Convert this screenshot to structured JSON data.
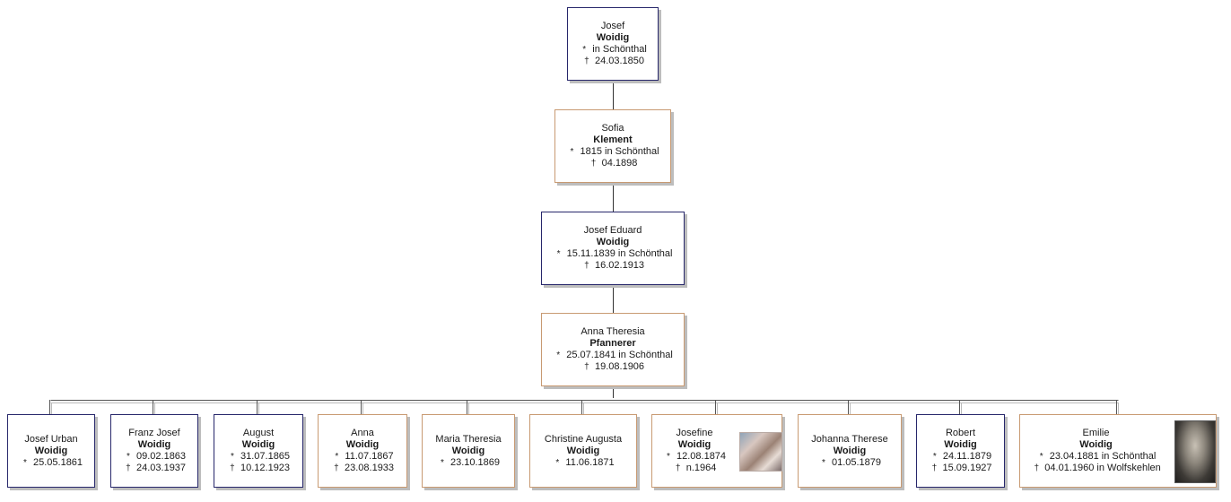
{
  "ancestors": [
    {
      "gender": "male",
      "given": "Josef",
      "surname": "Woidig",
      "events": [
        {
          "sym": "*",
          "text": "in Schönthal"
        },
        {
          "sym": "†",
          "text": "24.03.1850"
        }
      ]
    },
    {
      "gender": "female",
      "given": "Sofia",
      "surname": "Klement",
      "events": [
        {
          "sym": "*",
          "text": "1815 in Schönthal"
        },
        {
          "sym": "†",
          "text": "04.1898"
        }
      ]
    },
    {
      "gender": "male",
      "given": "Josef Eduard",
      "surname": "Woidig",
      "events": [
        {
          "sym": "*",
          "text": "15.11.1839 in Schönthal"
        },
        {
          "sym": "†",
          "text": "16.02.1913"
        }
      ]
    },
    {
      "gender": "female",
      "given": "Anna Theresia",
      "surname": "Pfannerer",
      "events": [
        {
          "sym": "*",
          "text": "25.07.1841 in Schönthal"
        },
        {
          "sym": "†",
          "text": "19.08.1906"
        }
      ]
    }
  ],
  "children": [
    {
      "gender": "male",
      "given": "Josef Urban",
      "surname": "Woidig",
      "events": [
        {
          "sym": "*",
          "text": "25.05.1861"
        }
      ]
    },
    {
      "gender": "male",
      "given": "Franz Josef",
      "surname": "Woidig",
      "events": [
        {
          "sym": "*",
          "text": "09.02.1863"
        },
        {
          "sym": "†",
          "text": "24.03.1937"
        }
      ]
    },
    {
      "gender": "male",
      "given": "August",
      "surname": "Woidig",
      "events": [
        {
          "sym": "*",
          "text": "31.07.1865"
        },
        {
          "sym": "†",
          "text": "10.12.1923"
        }
      ]
    },
    {
      "gender": "female",
      "given": "Anna",
      "surname": "Woidig",
      "events": [
        {
          "sym": "*",
          "text": "11.07.1867"
        },
        {
          "sym": "†",
          "text": "23.08.1933"
        }
      ]
    },
    {
      "gender": "female",
      "given": "Maria Theresia",
      "surname": "Woidig",
      "events": [
        {
          "sym": "*",
          "text": "23.10.1869"
        }
      ]
    },
    {
      "gender": "female",
      "given": "Christine Augusta",
      "surname": "Woidig",
      "events": [
        {
          "sym": "*",
          "text": "11.06.1871"
        }
      ]
    },
    {
      "gender": "female",
      "given": "Josefine",
      "surname": "Woidig",
      "photo": "photo-color",
      "events": [
        {
          "sym": "*",
          "text": "12.08.1874"
        },
        {
          "sym": "†",
          "text": "n.1964"
        }
      ]
    },
    {
      "gender": "female",
      "given": "Johanna Therese",
      "surname": "Woidig",
      "events": [
        {
          "sym": "*",
          "text": "01.05.1879"
        }
      ]
    },
    {
      "gender": "male",
      "given": "Robert",
      "surname": "Woidig",
      "events": [
        {
          "sym": "*",
          "text": "24.11.1879"
        },
        {
          "sym": "†",
          "text": "15.09.1927"
        }
      ]
    },
    {
      "gender": "female",
      "given": "Emilie",
      "surname": "Woidig",
      "photo": "photo-bw",
      "events": [
        {
          "sym": "*",
          "text": "23.04.1881 in Schönthal"
        },
        {
          "sym": "†",
          "text": "04.01.1960 in Wolfskehlen"
        }
      ]
    }
  ]
}
